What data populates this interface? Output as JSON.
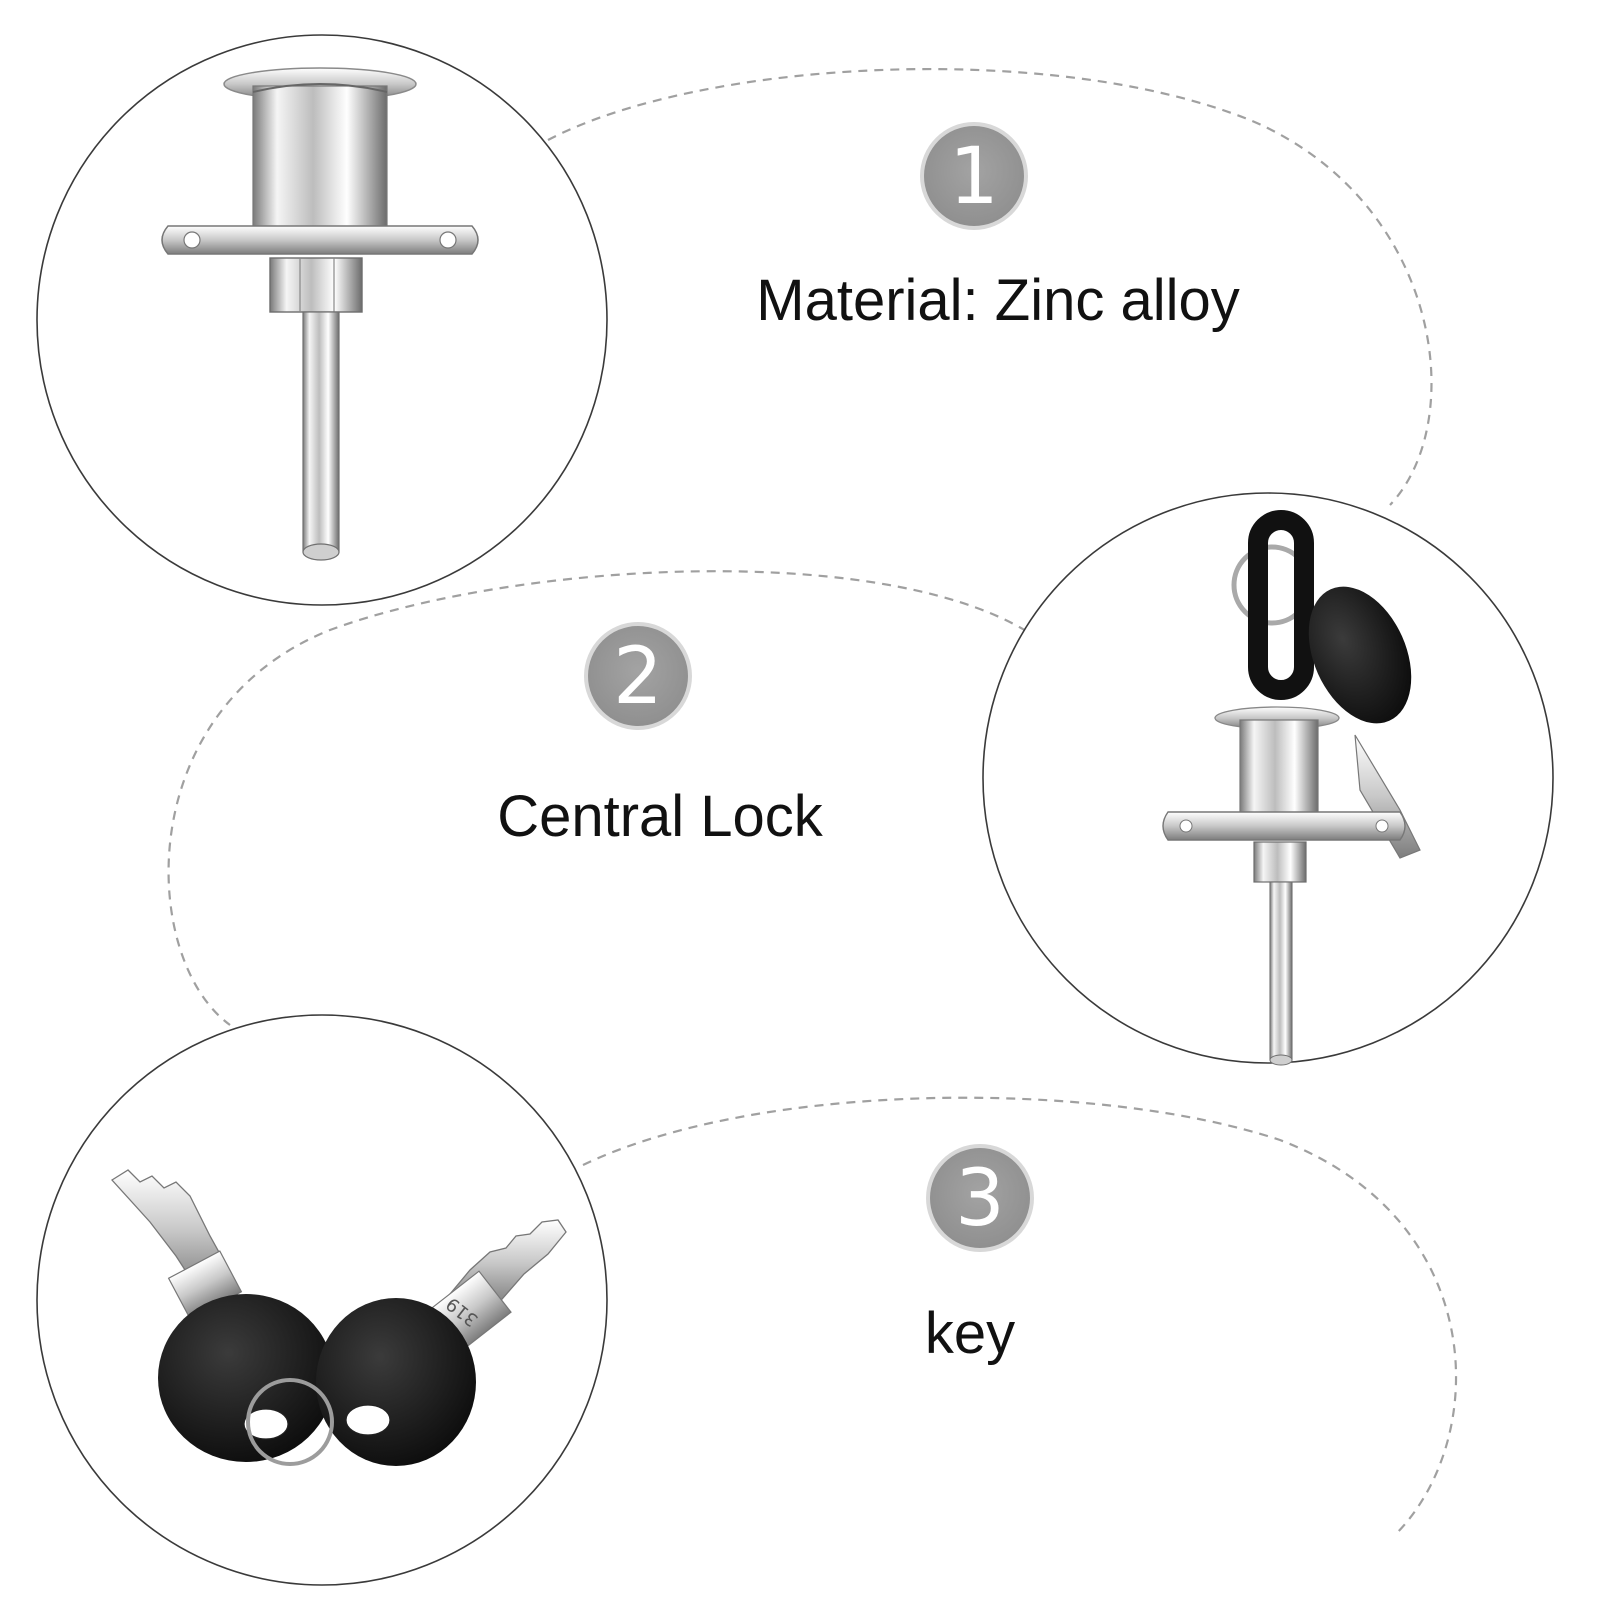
{
  "features": [
    {
      "number": "1",
      "label": "Material: Zinc alloy"
    },
    {
      "number": "2",
      "label": "Central Lock"
    },
    {
      "number": "3",
      "label": "key"
    }
  ],
  "engraving": "319",
  "colors": {
    "background": "#ffffff",
    "circle_outline": "#3a3a3a",
    "dashed_path": "#9e9e9e",
    "badge_fill": "#9a9a9a",
    "badge_ring": "#d6d6d6",
    "badge_text": "#ffffff",
    "label_text": "#111111",
    "chrome_light": "#f2f2f2",
    "chrome_mid": "#b9b9b9",
    "chrome_dark": "#6f6f6f",
    "key_head": "#141414"
  }
}
